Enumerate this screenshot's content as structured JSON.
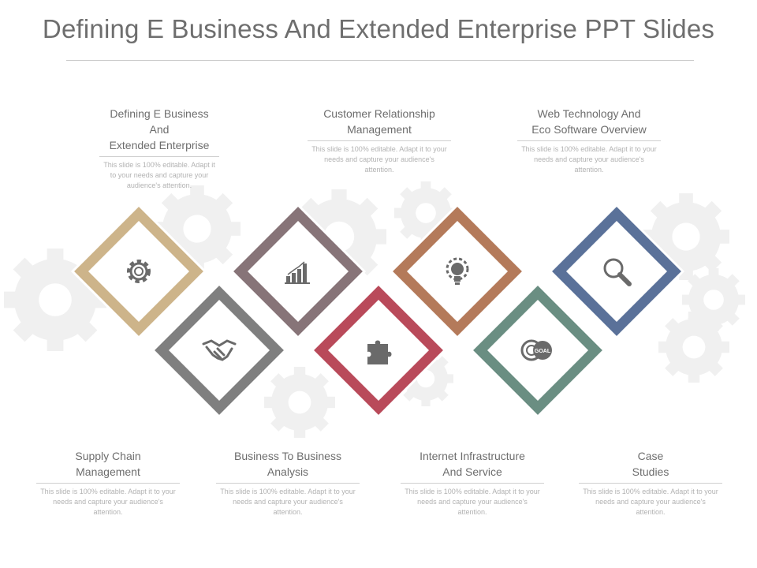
{
  "title": "Defining E Business And Extended Enterprise PPT Slides",
  "colors": {
    "tan": "#cdb48a",
    "mauve": "#877478",
    "copper": "#b47a5a",
    "slate_blue": "#5a7199",
    "gray": "#7f7f7f",
    "crimson": "#b94a5a",
    "teal": "#6a8e82",
    "icon": "#6a6a6a"
  },
  "top_items": [
    {
      "title": "Defining E Business And\nExtended Enterprise",
      "desc": "This slide is 100% editable. Adapt it to your needs and capture your audience's attention."
    },
    {
      "title": "Customer Relationship\nManagement",
      "desc": "This slide is 100% editable. Adapt it to your needs and capture your audience's attention."
    },
    {
      "title": "Web Technology And\nEco Software Overview",
      "desc": "This slide is 100% editable. Adapt it to your needs and capture your audience's attention."
    }
  ],
  "bottom_items": [
    {
      "title": "Supply Chain\nManagement",
      "desc": "This slide is 100% editable. Adapt it to your needs and capture your audience's attention."
    },
    {
      "title": "Business To Business\nAnalysis",
      "desc": "This slide is 100% editable. Adapt it to your needs and capture your audience's attention."
    },
    {
      "title": "Internet Infrastructure\nAnd Service",
      "desc": "This slide is 100% editable. Adapt it to your needs and capture your audience's attention."
    },
    {
      "title": "Case\nStudies",
      "desc": "This slide is 100% editable. Adapt it to your needs and capture your audience's attention."
    }
  ],
  "diamonds": [
    {
      "color": "tan",
      "icon": "gear-icon"
    },
    {
      "color": "gray",
      "icon": "handshake-icon"
    },
    {
      "color": "mauve",
      "icon": "bar-chart-icon"
    },
    {
      "color": "crimson",
      "icon": "puzzle-piece-icon"
    },
    {
      "color": "copper",
      "icon": "lightbulb-icon"
    },
    {
      "color": "teal",
      "icon": "goal-target-icon"
    },
    {
      "color": "slate_blue",
      "icon": "magnifier-icon"
    }
  ],
  "goal_label": "GOAL"
}
